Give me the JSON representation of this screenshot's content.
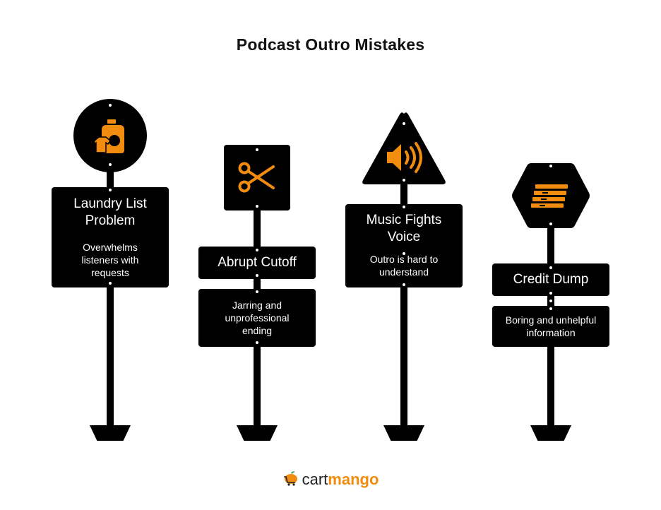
{
  "title": "Podcast Outro Mistakes",
  "accent_color": "#f28c0f",
  "signs": [
    {
      "shape": "circle",
      "icon": "laundry-detergent-icon",
      "label": "Laundry List Problem",
      "description": "Overwhelms listeners with requests"
    },
    {
      "shape": "square",
      "icon": "scissors-icon",
      "label": "Abrupt Cutoff",
      "description": "Jarring and unprofessional ending"
    },
    {
      "shape": "triangle",
      "icon": "speaker-volume-icon",
      "label": "Music Fights Voice",
      "description": "Outro is hard to understand"
    },
    {
      "shape": "hexagon",
      "icon": "money-stack-icon",
      "label": "Credit Dump",
      "description": "Boring and unhelpful information"
    }
  ],
  "logo": {
    "part1": "cart",
    "part2": "mango"
  }
}
